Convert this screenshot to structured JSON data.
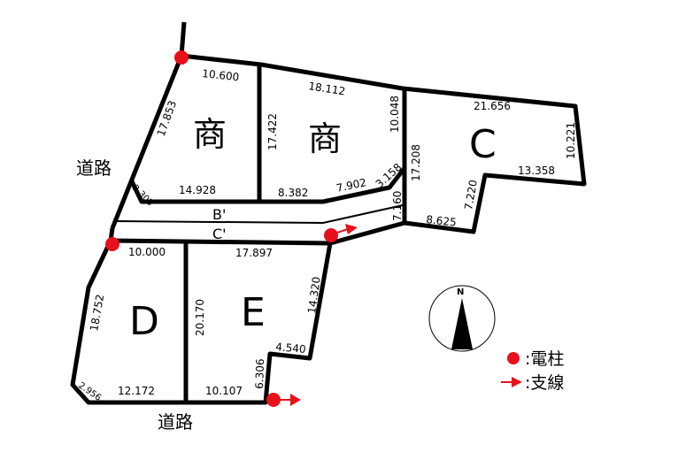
{
  "lots": {
    "shou_left": "商",
    "shou_right": "商",
    "C": "C",
    "D": "D",
    "E": "E"
  },
  "roads": {
    "left": "道路",
    "bottom": "道路",
    "b_prime": "B'",
    "c_prime": "C'"
  },
  "dimensions": {
    "d10600": "10.600",
    "d18112": "18.112",
    "d17853": "17.853",
    "d17422": "17.422",
    "d10048": "10.048",
    "d2305": "2.305",
    "d14928": "14.928",
    "d8382": "8.382",
    "d7902": "7.902",
    "d3158": "3.158",
    "d7160": "7.160",
    "d17208": "17.208",
    "d21656": "21.656",
    "d10221": "10.221",
    "d13358": "13.358",
    "d7220": "7.220",
    "d8625": "8.625",
    "d10000": "10.000",
    "d17897": "17.897",
    "d18752": "18.752",
    "d20170": "20.170",
    "d14320": "14.320",
    "d4540": "4.540",
    "d6306": "6.306",
    "d2956": "2.956",
    "d12172": "12.172",
    "d10107": "10.107"
  },
  "compass": {
    "north": "N"
  },
  "legend": {
    "pole": ":電柱",
    "guy_wire": ":支線"
  },
  "colors": {
    "pole": "#e8101a",
    "line": "#000000"
  }
}
